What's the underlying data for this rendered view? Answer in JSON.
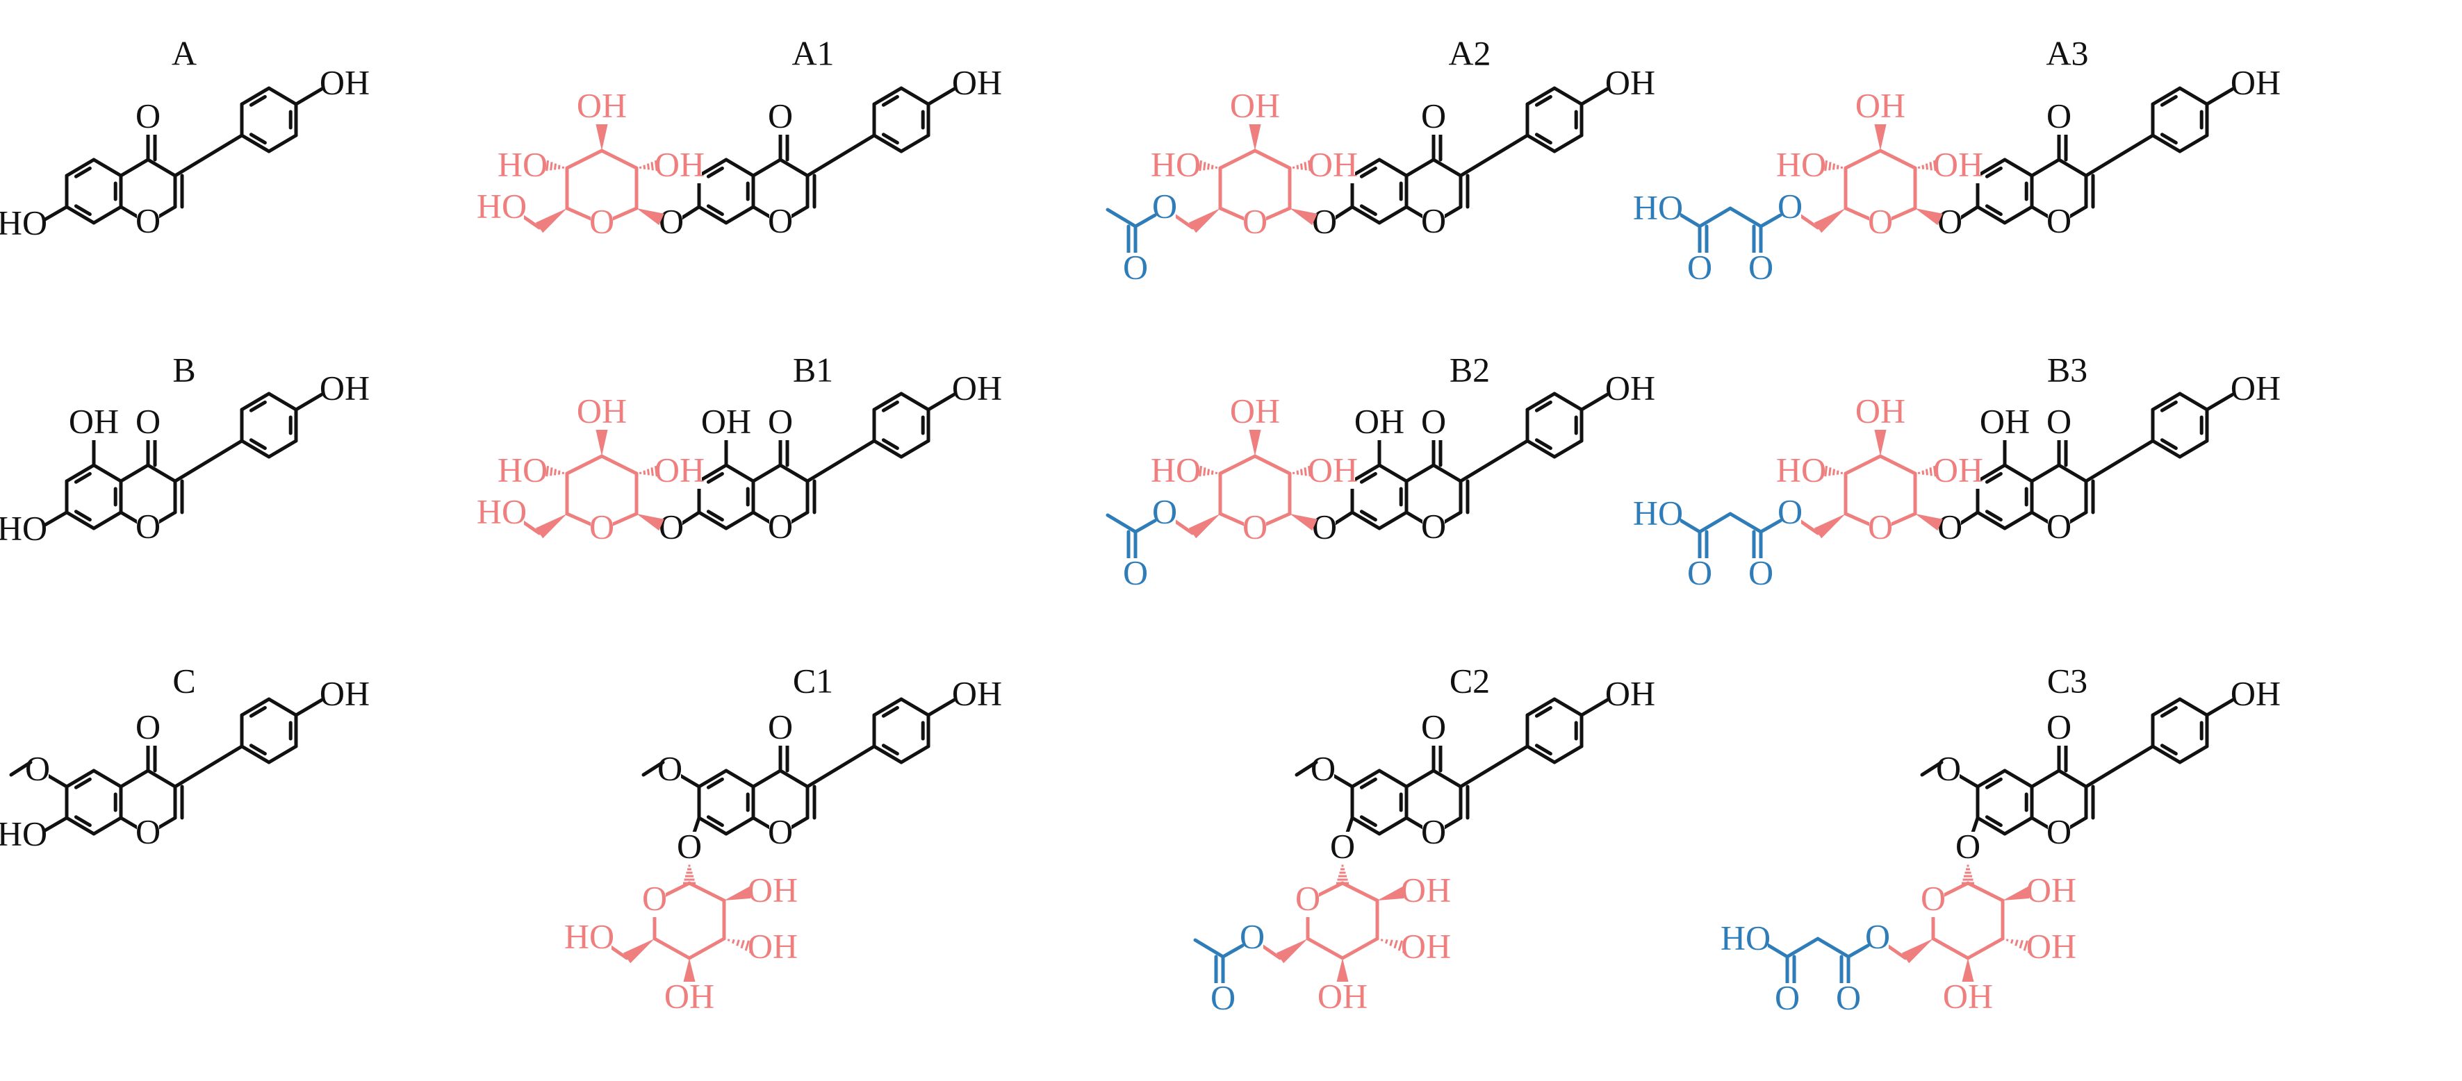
{
  "colors": {
    "core": "#111111",
    "sugar": "#ef7f7f",
    "acyl": "#2f7db8"
  },
  "compounds": [
    {
      "id": "A",
      "row": 0,
      "col": 0,
      "label": "A",
      "aglycone": "daidzein",
      "glycoside": "none"
    },
    {
      "id": "A1",
      "row": 0,
      "col": 1,
      "label": "A1",
      "aglycone": "daidzein",
      "glycoside": "glucoside"
    },
    {
      "id": "A2",
      "row": 0,
      "col": 2,
      "label": "A2",
      "aglycone": "daidzein",
      "glycoside": "acetyl"
    },
    {
      "id": "A3",
      "row": 0,
      "col": 3,
      "label": "A3",
      "aglycone": "daidzein",
      "glycoside": "malonyl"
    },
    {
      "id": "B",
      "row": 1,
      "col": 0,
      "label": "B",
      "aglycone": "genistein",
      "glycoside": "none"
    },
    {
      "id": "B1",
      "row": 1,
      "col": 1,
      "label": "B1",
      "aglycone": "genistein",
      "glycoside": "glucoside"
    },
    {
      "id": "B2",
      "row": 1,
      "col": 2,
      "label": "B2",
      "aglycone": "genistein",
      "glycoside": "acetyl"
    },
    {
      "id": "B3",
      "row": 1,
      "col": 3,
      "label": "B3",
      "aglycone": "genistein",
      "glycoside": "malonyl"
    },
    {
      "id": "C",
      "row": 2,
      "col": 0,
      "label": "C",
      "aglycone": "glycitein",
      "glycoside": "none"
    },
    {
      "id": "C1",
      "row": 2,
      "col": 1,
      "label": "C1",
      "aglycone": "glycitein",
      "glycoside": "glucoside"
    },
    {
      "id": "C2",
      "row": 2,
      "col": 2,
      "label": "C2",
      "aglycone": "glycitein",
      "glycoside": "acetyl"
    },
    {
      "id": "C3",
      "row": 2,
      "col": 3,
      "label": "C3",
      "aglycone": "glycitein",
      "glycoside": "malonyl"
    }
  ],
  "atom_text": {
    "oh": "OH",
    "ho": "HO",
    "o": "O",
    "methoxy": "O"
  }
}
